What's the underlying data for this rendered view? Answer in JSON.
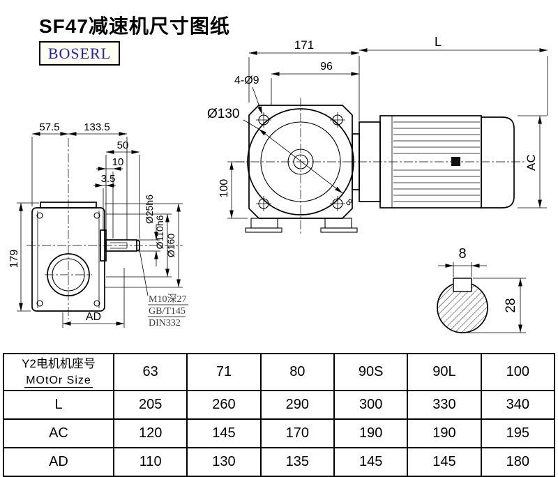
{
  "header": {
    "title": "SF47减速机尺寸图纸",
    "brand": "BOSERL"
  },
  "dims": {
    "front": {
      "w171": "171",
      "w96": "96",
      "holes": "4-Ø9",
      "bore": "Ø130",
      "h100": "100",
      "key8": "8"
    },
    "motor": {
      "L": "L",
      "AC": "AC"
    },
    "side": {
      "w57_5": "57.5",
      "w133_5": "133.5",
      "w50": "50",
      "w10": "10",
      "w3_5": "3.5",
      "h179": "179",
      "AD": "AD",
      "d25": "Ø25h6",
      "d110": "Ø110h6",
      "d160": "Ø160",
      "thread": "M10深27",
      "std1": "GB/T145",
      "std2": "DIN332"
    },
    "section": {
      "key_w": "8",
      "shaft_h": "28"
    }
  },
  "table": {
    "motor_size_label_cn": "Y2电机机座号",
    "motor_size_label_en": "MOtOr Size",
    "sizes": [
      "63",
      "71",
      "80",
      "90S",
      "90L",
      "100"
    ],
    "rows": [
      {
        "label": "L",
        "values": [
          "205",
          "260",
          "290",
          "300",
          "330",
          "340"
        ]
      },
      {
        "label": "AC",
        "values": [
          "120",
          "145",
          "170",
          "190",
          "190",
          "195"
        ]
      },
      {
        "label": "AD",
        "values": [
          "110",
          "130",
          "135",
          "145",
          "145",
          "180"
        ]
      }
    ]
  }
}
